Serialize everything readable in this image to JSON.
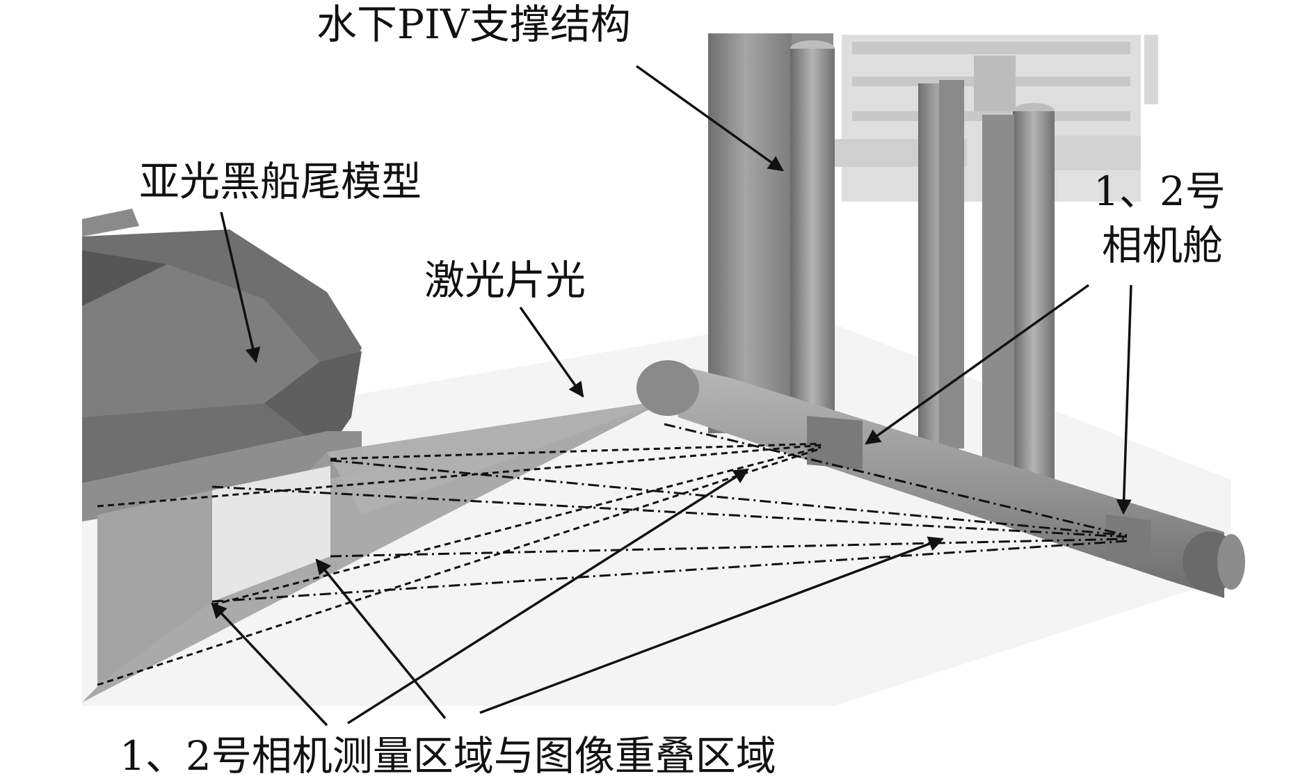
{
  "labels": {
    "support_structure": "水下PIV支撑结构",
    "stern_model": "亚光黑船尾模型",
    "laser_sheet": "激光片光",
    "camera_housing_line1": "1、2号",
    "camera_housing_line2": "相机舱",
    "measurement_overlap": "1、2号相机测量区域与图像重叠区域"
  },
  "colors": {
    "background": "#ffffff",
    "shading_dark": "#7a7a7a",
    "shading_mid": "#9a9a9a",
    "shading_light": "#c4c4c4",
    "overlap_highlight": "#e6e6e6",
    "ink": "#111111"
  }
}
